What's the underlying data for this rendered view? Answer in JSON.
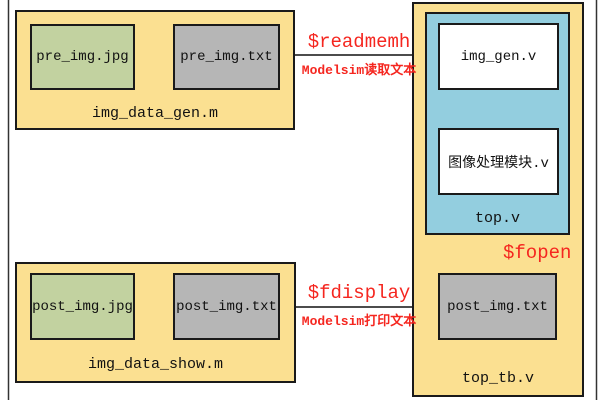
{
  "diagram": {
    "groups": {
      "gen": {
        "label": "img_data_gen.m",
        "pre_jpg": "pre_img.jpg",
        "pre_txt": "pre_img.txt"
      },
      "tb": {
        "label": "top_tb.v",
        "top": {
          "label": "top.v",
          "img_gen": "img_gen.v",
          "proc_module": "图像处理模块.v"
        },
        "post_txt": "post_img.txt"
      },
      "show": {
        "label": "img_data_show.m",
        "post_txt": "post_img.txt",
        "post_jpg": "post_img.jpg"
      }
    },
    "annotations": {
      "readmemh": {
        "command": "$readmemh",
        "note": "Modelsim读取文本"
      },
      "fopen": {
        "command": "$fopen"
      },
      "fdisplay": {
        "command": "$fdisplay",
        "note": "Modelsim打印文本"
      }
    },
    "colors": {
      "group_fill": "#FBE091",
      "module_fill": "#93CEDF",
      "image_file_fill": "#C2D2A0",
      "text_file_fill": "#B6B6B6",
      "process_fill": "#FFFFFF",
      "accent_red": "#F5261F",
      "line": "#1A1A1A"
    }
  }
}
